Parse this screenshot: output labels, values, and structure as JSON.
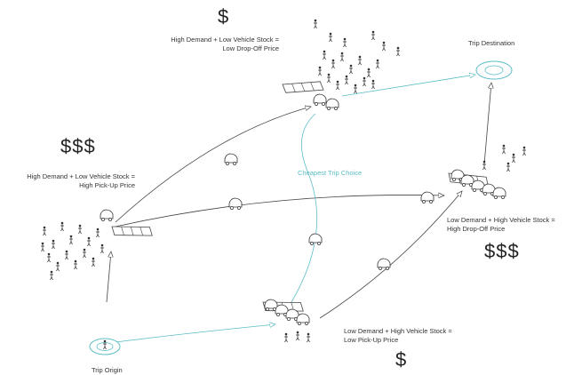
{
  "labels": {
    "trip_destination": "Trip Destination",
    "trip_origin": "Trip Origin",
    "cheapest_trip_choice": "Cheapest Trip Choice"
  },
  "stations": {
    "pickup_expensive": {
      "price": "$$$",
      "line1": "High Demand + Low Vehicle Stock =",
      "line2": "High Pick-Up Price"
    },
    "dropoff_cheap": {
      "price": "$",
      "line1": "High Demand + Low Vehicle Stock =",
      "line2": "Low Drop-Off Price"
    },
    "dropoff_expensive": {
      "price": "$$$",
      "line1": "Low Demand + High Vehicle Stock =",
      "line2": "High Drop-Off Price"
    },
    "pickup_cheap": {
      "price": "$",
      "line1": "Low Demand + High Vehicle Stock =",
      "line2": "Low Pick-Up Price"
    }
  },
  "colors": {
    "cheapest_route": "#5bbdc4",
    "route": "#444444",
    "text": "#222222"
  },
  "icons": [
    "car-icon",
    "person-icon",
    "station-platform-icon",
    "target-ring-icon"
  ]
}
